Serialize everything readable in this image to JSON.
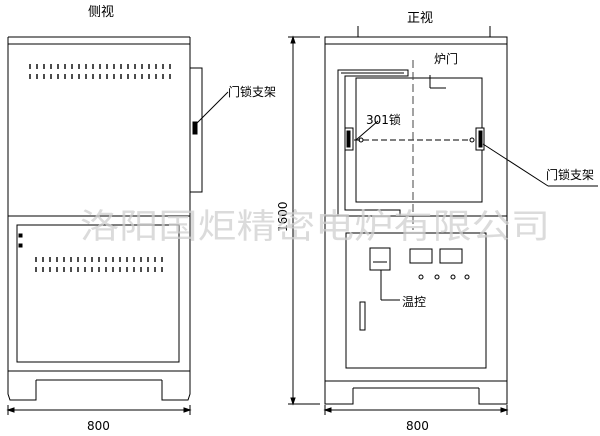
{
  "labels": {
    "side_view": "侧视",
    "front_view": "正视",
    "door_lock_bracket_side": "门锁支架",
    "door_lock_bracket_front": "门锁支架",
    "furnace_door": "炉门",
    "lock_301": "301锁",
    "temp_control": "温控",
    "height": "1600",
    "width_side": "800",
    "width_front": "800"
  },
  "watermark": "洛阳国炬精密电炉有限公司"
}
